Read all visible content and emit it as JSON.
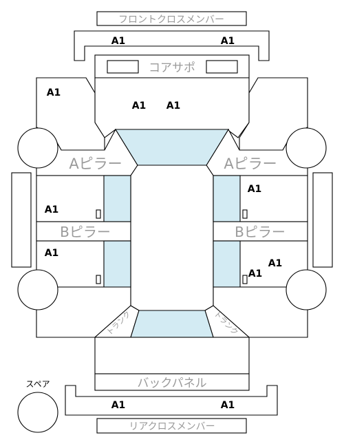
{
  "labels": {
    "front_cross_member": "フロントクロスメンバー",
    "core_support": "コアサポ",
    "a_pillar": "Aピラー",
    "b_pillar": "Bピラー",
    "back_panel": "バックパネル",
    "rear_cross_member": "リアクロスメンバー",
    "spare": "スペア",
    "trunk": "トランク"
  },
  "codes": {
    "front_member_left": "A1",
    "front_member_right": "A1",
    "front_left_apron": "A1",
    "hood_left": "A1",
    "hood_right": "A1",
    "front_right_door": "A1",
    "front_left_door": "A1",
    "rear_left_door": "A1",
    "rear_right_quarter": "A1",
    "rear_right_door": "A1",
    "rear_member_left": "A1",
    "rear_member_right": "A1"
  },
  "colors": {
    "glass": "#d3ebf3",
    "label_gray": "#9a9a9a",
    "outline": "#000000"
  }
}
